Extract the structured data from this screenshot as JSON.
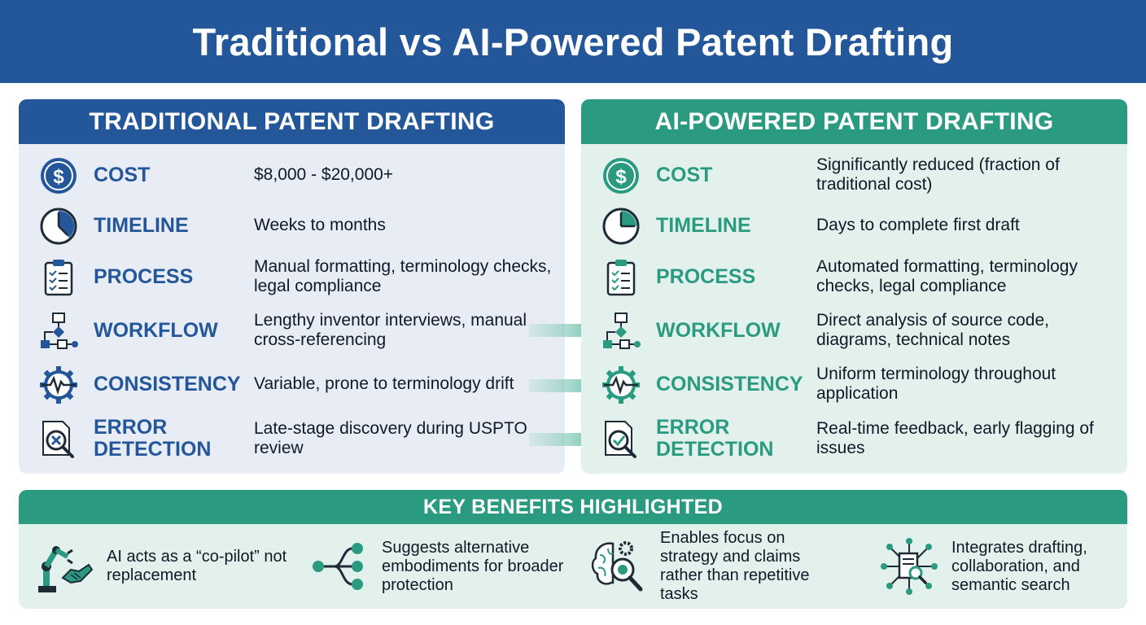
{
  "title": "Traditional vs AI-Powered Patent Drafting",
  "traditional": {
    "heading": "TRADITIONAL PATENT DRAFTING",
    "rows": [
      {
        "icon": "dollar-icon",
        "label": "COST",
        "desc": "$8,000 - $20,000+"
      },
      {
        "icon": "clock-icon",
        "label": "TIMELINE",
        "desc": "Weeks to months"
      },
      {
        "icon": "clipboard-checklist-icon",
        "label": "PROCESS",
        "desc": "Manual formatting, terminology checks, legal compliance"
      },
      {
        "icon": "flowchart-icon",
        "label": "WORKFLOW",
        "desc": "Lengthy inventor interviews, manual cross-referencing"
      },
      {
        "icon": "gear-pulse-icon",
        "label": "CONSISTENCY",
        "desc": "Variable, prone to terminology drift"
      },
      {
        "icon": "document-magnifier-x-icon",
        "label": "ERROR DETECTION",
        "desc": "Late-stage discovery during USPTO review"
      }
    ]
  },
  "ai": {
    "heading": "AI-POWERED PATENT DRAFTING",
    "rows": [
      {
        "icon": "dollar-icon",
        "label": "COST",
        "desc": "Significantly reduced (fraction of traditional cost)"
      },
      {
        "icon": "clock-icon",
        "label": "TIMELINE",
        "desc": "Days to complete first draft"
      },
      {
        "icon": "clipboard-checklist-icon",
        "label": "PROCESS",
        "desc": "Automated formatting, terminology checks, legal compliance"
      },
      {
        "icon": "flowchart-icon",
        "label": "WORKFLOW",
        "desc": "Direct analysis of source code, diagrams, technical notes"
      },
      {
        "icon": "gear-pulse-icon",
        "label": "CONSISTENCY",
        "desc": "Uniform terminology throughout application"
      },
      {
        "icon": "document-magnifier-check-icon",
        "label": "ERROR DETECTION",
        "desc": "Real-time feedback, early flagging of issues"
      }
    ]
  },
  "benefits": {
    "heading": "KEY BENEFITS HIGHLIGHTED",
    "items": [
      {
        "icon": "robot-arm-handshake-icon",
        "text": "AI acts as a “co-pilot” not replacement"
      },
      {
        "icon": "branching-nodes-icon",
        "text": "Suggests alternative embodiments for broader protection"
      },
      {
        "icon": "brain-gear-magnifier-icon",
        "text": "Enables focus on strategy and claims rather than repetitive tasks"
      },
      {
        "icon": "document-network-search-icon",
        "text": "Integrates drafting, collaboration, and semantic search"
      }
    ]
  },
  "colors": {
    "traditional_blue": "#24579a",
    "ai_teal": "#2a9a80",
    "traditional_bg": "#e7ecf5",
    "ai_bg": "#e3f1ed"
  }
}
